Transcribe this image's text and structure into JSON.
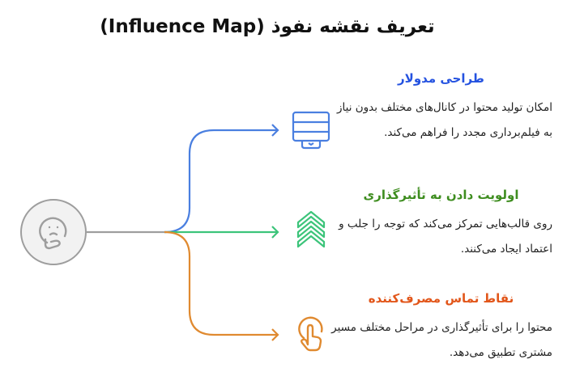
{
  "title": "تعریف نقشه نفوذ (Influence Map)",
  "center": {
    "icon": "thinking-face-icon",
    "color": "#9e9e9e"
  },
  "branches": [
    {
      "heading": "طراحی مدولار",
      "description": "امکان تولید محتوا در کانال‌های مختلف بدون نیاز به فیلم‌برداری مجدد را فراهم می‌کند.",
      "icon": "layered-server-icon",
      "color": "#4a7fe0",
      "heading_color": "#2452e0"
    },
    {
      "heading": "اولویت دادن به تأثیرگذاری",
      "description": "روی قالب‌هایی تمرکز می‌کند که توجه را جلب و اعتماد ایجاد می‌کنند.",
      "icon": "chevrons-up-icon",
      "color": "#3cc47a",
      "heading_color": "#3e8d1f"
    },
    {
      "heading": "نقاط تماس مصرف‌کننده",
      "description": "محتوا را برای تأثیرگذاری در مراحل مختلف مسیر مشتری تطبیق می‌دهد.",
      "icon": "tap-hand-icon",
      "color": "#e08a30",
      "heading_color": "#e2561a"
    }
  ]
}
